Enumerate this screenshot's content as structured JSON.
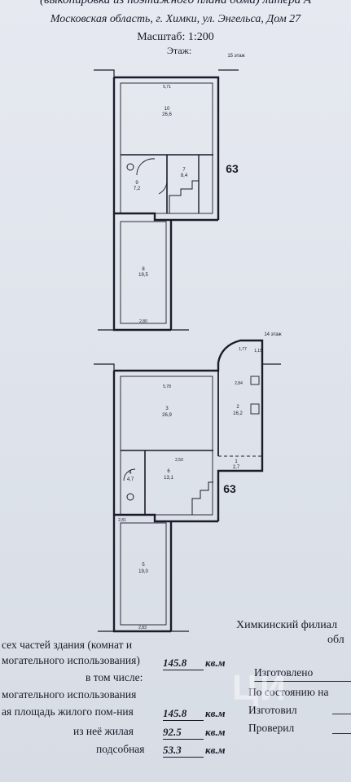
{
  "header": {
    "title_partial": "(выкопировка из поэтажного плана дома) литера А",
    "address": "Московская область, г. Химки, ул. Энгельса, Дом 27",
    "scale": "Масштаб: 1:200",
    "floor": "Этаж:"
  },
  "plan": {
    "floor_15_label": "15 этаж",
    "floor_14_label": "14 этаж",
    "apartment_upper": "63",
    "apartment_lower": "63",
    "upper_rooms": [
      {
        "num": "10",
        "area": "26,6"
      },
      {
        "num": "9",
        "area": "7,2"
      },
      {
        "num": "7",
        "area": "8,4"
      },
      {
        "num": "8",
        "area": "19,5"
      }
    ],
    "lower_rooms": [
      {
        "num": "3",
        "area": "26,9"
      },
      {
        "num": "2",
        "area": "16,2"
      },
      {
        "num": "1",
        "area": "2,7"
      },
      {
        "num": "4",
        "area": "4,7"
      },
      {
        "num": "6",
        "area": "13,1"
      },
      {
        "num": "5",
        "area": "19,0"
      }
    ],
    "dims": [
      "5,71",
      "2,80",
      "1,77",
      "1,15",
      "5,78",
      "2,84",
      "2,50",
      "2,81",
      "2,83"
    ]
  },
  "footer": {
    "filial": "Химкинский филиал",
    "obl": "обл",
    "rows": [
      {
        "label": "сех частей здания (комнат и",
        "value": "",
        "unit": ""
      },
      {
        "label": "могательного использования)",
        "value": "145.8",
        "unit": "кв.м"
      },
      {
        "label": "в том числе:",
        "value": "",
        "unit": ""
      },
      {
        "label": "могательного использования",
        "value": "",
        "unit": ""
      },
      {
        "label": "ая площадь жилого пом-ния",
        "value": "145.8",
        "unit": "кв.м"
      },
      {
        "label": "из неё жилая",
        "value": "92.5",
        "unit": "кв.м"
      },
      {
        "label": "подсобная",
        "value": "53.3",
        "unit": "кв.м"
      }
    ],
    "right_rows": [
      "Изготовлено",
      "По состоянию на",
      "Изготовил",
      "Проверил"
    ],
    "watermark": "ЦИ"
  }
}
